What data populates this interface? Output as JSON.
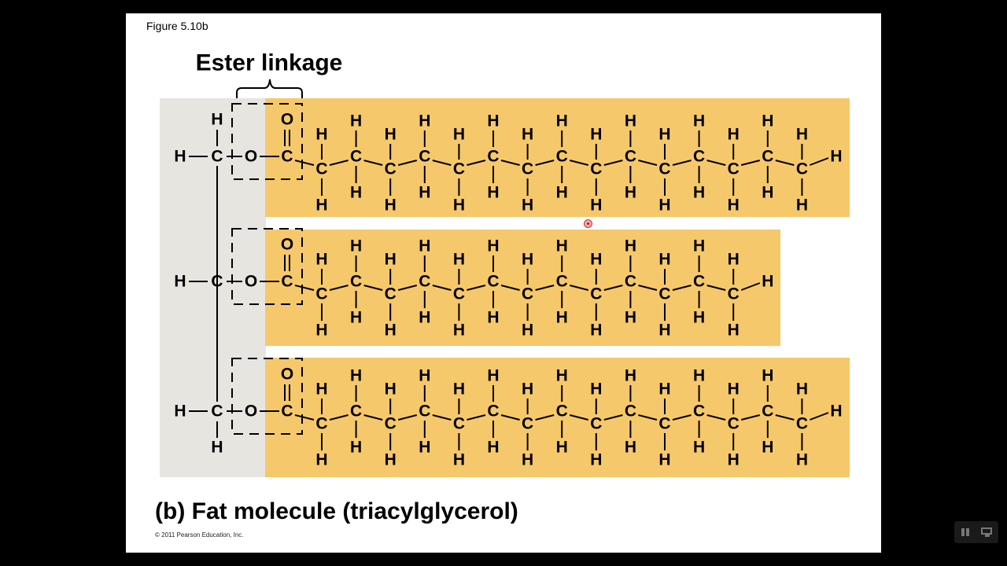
{
  "slide": {
    "figure_label": "Figure 5.10b",
    "caption": "(b) Fat molecule (triacylglycerol)",
    "copyright": "© 2011 Pearson Education, Inc."
  },
  "diagram": {
    "ester_title": "Ester linkage",
    "atoms": {
      "hydrogen": "H",
      "carbon": "C",
      "oxygen": "O"
    },
    "colors": {
      "glycerol_band": "#e6e5e0",
      "fatty_acid_band": "#f6c86c",
      "ester_box_dash": "#000000",
      "bond": "#000000"
    },
    "fatty_acids": [
      {
        "chain_carbons": 15
      },
      {
        "chain_carbons": 13
      },
      {
        "chain_carbons": 15
      }
    ]
  },
  "player": {
    "pause_icon": "pause-icon",
    "screen_icon": "presentation-screen-icon"
  }
}
